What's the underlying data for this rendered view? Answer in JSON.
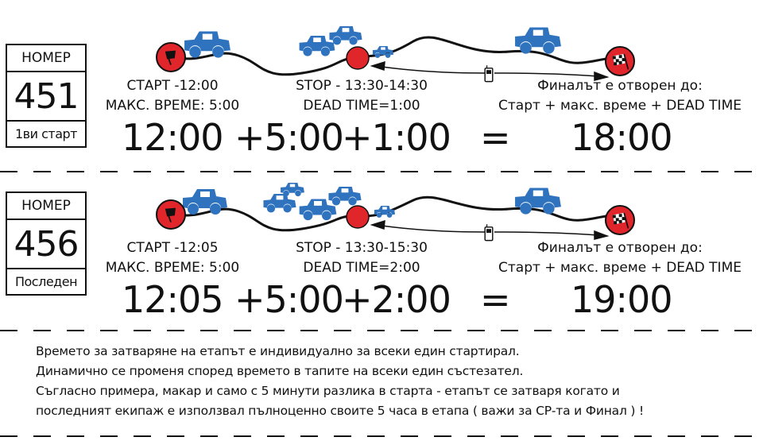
{
  "panels": [
    {
      "box": {
        "header": "НОМЕР",
        "number": "451",
        "footer": "1ви старт"
      },
      "start": {
        "line1": "СТАРТ -12:00",
        "line2": "МАКС. ВРЕМЕ: 5:00"
      },
      "stop": {
        "line1": "STOP - 13:30-14:30",
        "line2": "DEAD TIME=1:00"
      },
      "finish": {
        "line1": "Финалът е отворен до:",
        "line2": "Старт + макс. време + DEAD TIME"
      },
      "equation": {
        "start": "12:00",
        "max": "+5:00",
        "dead": "+1:00",
        "equals": "=",
        "result": "18:00"
      }
    },
    {
      "box": {
        "header": "НОМЕР",
        "number": "456",
        "footer": "Последен"
      },
      "start": {
        "line1": "СТАРТ -12:05",
        "line2": "МАКС. ВРЕМЕ: 5:00"
      },
      "stop": {
        "line1": "STOP - 13:30-15:30",
        "line2": "DEAD TIME=2:00"
      },
      "finish": {
        "line1": "Финалът е отворен до:",
        "line2": "Старт + макс. време + DEAD TIME"
      },
      "equation": {
        "start": "12:05",
        "max": "+5:00",
        "dead": "+2:00",
        "equals": "=",
        "result": "19:00"
      }
    }
  ],
  "note": [
    "Времето за затваряне на етапът е индивидуално за всеки един стартирал.",
    "Динамично се променя според времето в тапите на всеки един състезател.",
    "Съгласно примера, макар и само с 5 минути разлика в старта - етапът се затваря когато и",
    "последният екипаж е използвал пълноценно своите 5 часа в етапа ( важи за СР-та и Финал ) !"
  ],
  "colors": {
    "jeep": "#2f73bf",
    "marker": "#e0262b",
    "line": "#111111"
  }
}
